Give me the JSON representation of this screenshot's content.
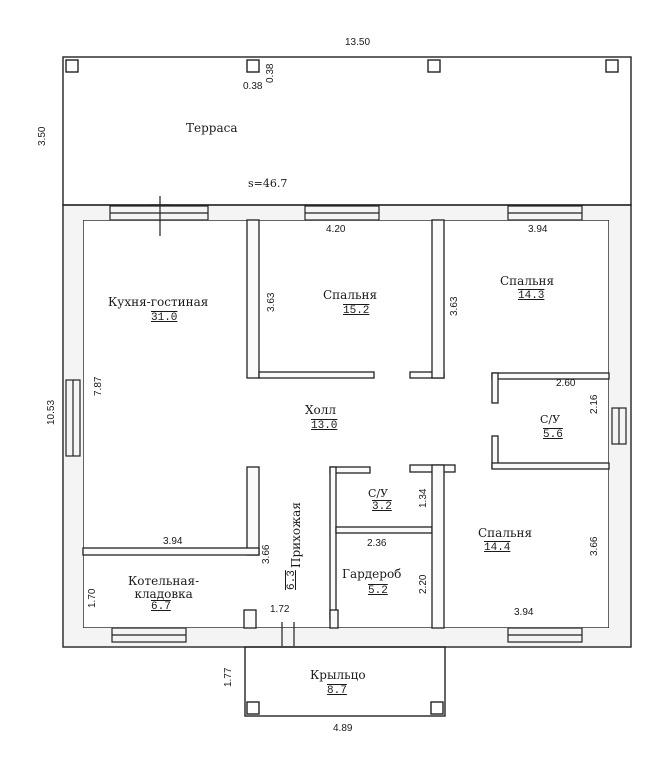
{
  "rooms": {
    "terrace": {
      "name": "Терраса",
      "area_note": "s=46.7"
    },
    "kitchen": {
      "name": "Кухня-гостиная",
      "area": "31.0"
    },
    "bedroom1": {
      "name": "Спальня",
      "area": "15.2"
    },
    "bedroom2": {
      "name": "Спальня",
      "area": "14.3"
    },
    "hall": {
      "name": "Холл",
      "area": "13.0"
    },
    "bath1": {
      "name": "С/У",
      "area": "5.6"
    },
    "bath2": {
      "name": "С/У",
      "area": "3.2"
    },
    "bedroom3": {
      "name": "Спальня",
      "area": "14.4"
    },
    "boiler": {
      "name": "Котельная-\nкладовка",
      "area": "6.7"
    },
    "hallway": {
      "name": "Прихожая",
      "area": "6.3"
    },
    "wardrobe": {
      "name": "Гардероб",
      "area": "5.2"
    },
    "porch": {
      "name": "Крыльцо",
      "area": "8.7"
    }
  },
  "dims": {
    "top_width": "13.50",
    "post_a": "0.38",
    "post_b": "0.38",
    "terrace_depth": "3.50",
    "house_depth": "10.53",
    "kitchen_h": "7.87",
    "bed1_w": "4.20",
    "bed1_h": "3.63",
    "bed2_w": "3.94",
    "bed2_h": "3.63",
    "bath1_w": "2.60",
    "bath1_h": "2.16",
    "kitchen_w": "3.94",
    "hall_strip_h": "3.66",
    "boiler_h": "1.70",
    "entry_w": "1.72",
    "bath2_h": "1.34",
    "wardrobe_w": "2.36",
    "wardrobe_h": "2.20",
    "bed3_h": "3.66",
    "bed3_w": "3.94",
    "porch_h": "1.77",
    "porch_w": "4.89"
  }
}
